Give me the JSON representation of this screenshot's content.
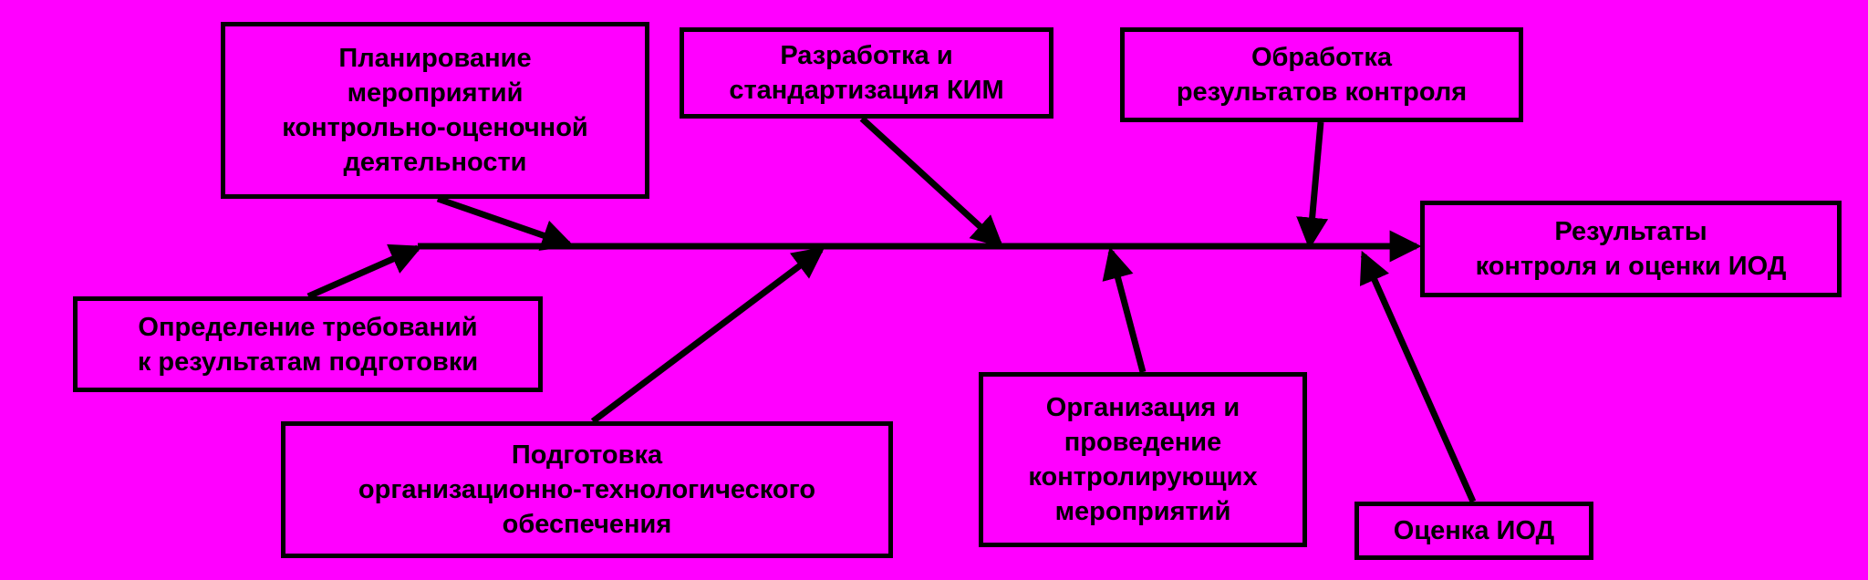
{
  "diagram": {
    "background_color": "#ff00ff",
    "line_color": "#000000",
    "boxes": {
      "planning": "Планирование\nмероприятий\nконтрольно-оценочной\nдеятельности",
      "kim": "Разработка и\nстандартизация КИМ",
      "processing": "Обработка\nрезультатов контроля",
      "results": "Результаты\nконтроля и оценки ИОД",
      "requirements": "Определение требований\nк результатам подготовки",
      "preparation": "Подготовка\nорганизационно-технологического\nобеспечения",
      "organization": "Организация и\nпроведение\nконтролирующих\nмероприятий",
      "evaluation": "Оценка ИОД"
    }
  }
}
